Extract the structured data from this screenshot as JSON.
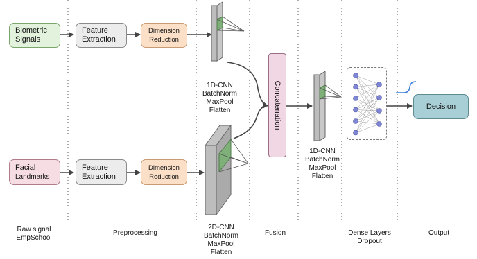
{
  "inputs": {
    "biometric": {
      "line1": "Biometric",
      "line2": "Signals"
    },
    "facial": {
      "line1": "Facial",
      "line2": "Landmarks"
    }
  },
  "preprocessing": {
    "feature_extraction": {
      "line1": "Feature",
      "line2": "Extraction"
    },
    "dimension_reduction": {
      "line1": "Dimension",
      "line2": "Reduction"
    }
  },
  "cnn_1d_top": {
    "lines": [
      "1D-CNN",
      "BatchNorm",
      "MaxPool",
      "Flatten"
    ]
  },
  "cnn_2d": {
    "lines": [
      "2D-CNN",
      "BatchNorm",
      "MaxPool",
      "Flatten"
    ]
  },
  "concatenation": "Concatenation",
  "cnn_1d_fusion": {
    "lines": [
      "1D-CNN",
      "BatchNorm",
      "MaxPool",
      "Flatten"
    ]
  },
  "decision": "Decision",
  "stages": {
    "raw": {
      "line1": "Raw signal",
      "line2": "EmpSchool"
    },
    "preprocessing": "Preprocessing",
    "fusion": "Fusion",
    "dense": {
      "line1": "Dense Layers",
      "line2": "Dropout"
    },
    "output": "Output"
  },
  "colors": {
    "biometric": "#e2f2dc",
    "facial": "#f6dde4",
    "feature": "#ececec",
    "dimension": "#fbe0c7",
    "concatenation": "#f1d6e4",
    "decision": "#a9cfd6",
    "filter": "#7fb07a",
    "neuron": "#7f86d6",
    "activation": "#3b7fd9"
  }
}
